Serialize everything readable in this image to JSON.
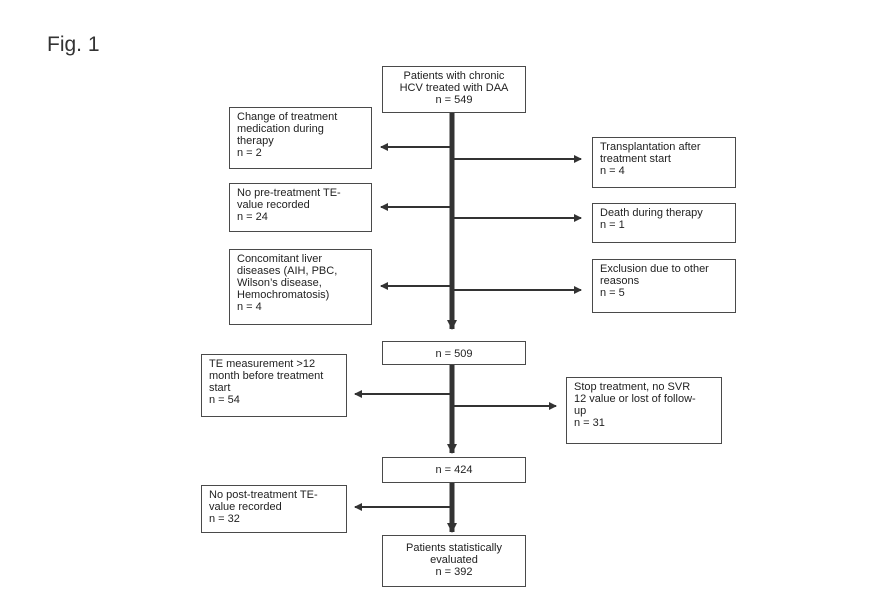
{
  "figure_label": "Fig. 1",
  "boxes": {
    "start": "Patients with chronic\nHCV treated with DAA\nn = 549",
    "ex_change": "Change of treatment\nmedication during\ntherapy\nn = 2",
    "ex_transplant": "Transplantation after\ntreatment start\nn = 4",
    "ex_no_pre": "No pre-treatment TE-\nvalue recorded\nn = 24",
    "ex_death": "Death during therapy\nn = 1",
    "ex_liver": "Concomitant liver\ndiseases (AIH, PBC,\nWilson’s disease,\nHemochromatosis)\nn = 4",
    "ex_other": "Exclusion due to other\nreasons\nn = 5",
    "mid1": "n = 509",
    "ex_te12": "TE measurement >12\nmonth before treatment\nstart\nn = 54",
    "ex_stop": "Stop treatment, no SVR\n12 value or lost of follow-\nup\nn = 31",
    "mid2": "n = 424",
    "ex_no_post": "No post-treatment TE-\nvalue recorded\nn = 32",
    "final": "Patients statistically\nevaluated\nn = 392"
  }
}
